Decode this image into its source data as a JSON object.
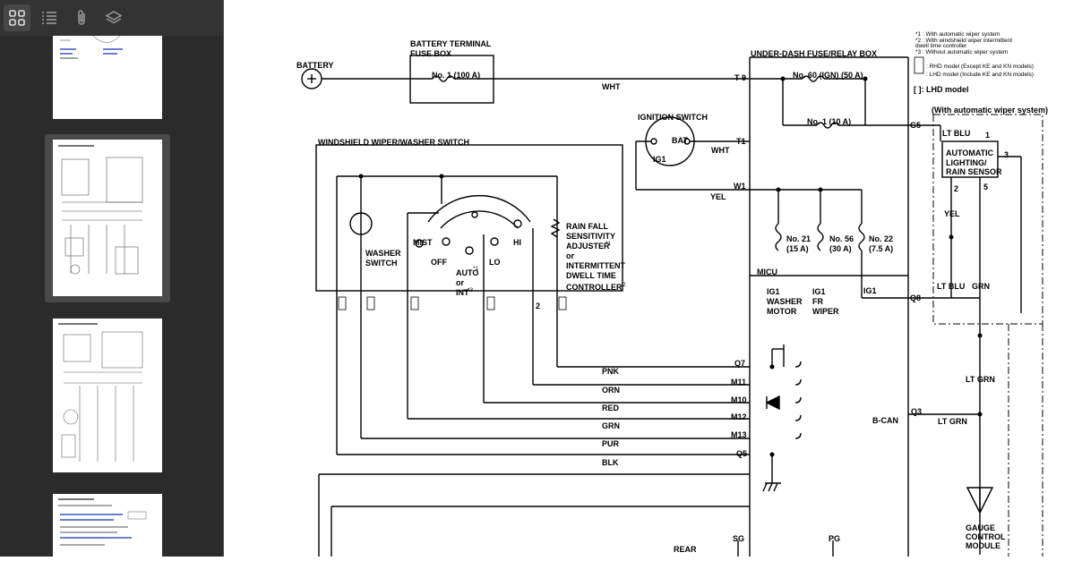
{
  "sidebar": {
    "toolbar": [
      {
        "icon": "thumbnails-icon",
        "active": true
      },
      {
        "icon": "outline-icon",
        "active": false
      },
      {
        "icon": "attachment-icon",
        "active": false
      },
      {
        "icon": "layers-icon",
        "active": false
      }
    ],
    "selected_page": 2
  },
  "diagram": {
    "battery": "BATTERY",
    "battery_fuse_box": "BATTERY TERMINAL FUSE BOX",
    "battery_fuse_box_l1": "BATTERY TERMINAL",
    "battery_fuse_box_l2": "FUSE BOX",
    "fuse_no1_100a": "No. 1 (100 A)",
    "wht": "WHT",
    "underdash_box": "UNDER-DASH FUSE/RELAY BOX",
    "fuse_no60": "No. 60 (IGN) (50 A)",
    "fuse_no1_10a": "No. 1 (10 A)",
    "ignition_switch": "IGNITION SWITCH",
    "bat": "BAT",
    "ig1": "IG1",
    "yel": "YEL",
    "t9": "T 9",
    "t1": "T1",
    "w1": "W1",
    "g5": "G5",
    "q8": "Q8",
    "q7": "Q7",
    "q3": "Q3",
    "q5": "Q5",
    "m11": "M11",
    "m10": "M10",
    "m12": "M12",
    "m13": "M13",
    "wiper_switch": "WINDSHIELD WIPER/WASHER SWITCH",
    "washer_switch_l1": "WASHER",
    "washer_switch_l2": "SWITCH",
    "mist": "MIST",
    "off": "OFF",
    "auto": "AUTO",
    "or": "or",
    "int": "INT",
    "lo": "LO",
    "hi": "HI",
    "rain_l1": "RAIN FALL",
    "rain_l2": "SENSITIVITY",
    "rain_l3": "ADJUSTER",
    "rain_l4": "or",
    "rain_l5": "INTERMITTENT",
    "rain_l6": "DWELL TIME",
    "rain_l7": "CONTROLLER",
    "fuse21": "No. 21",
    "fuse21_a": "(15 A)",
    "fuse56": "No. 56",
    "fuse56_a": "(30 A)",
    "fuse22": "No. 22",
    "fuse22_a": "(7.5 A)",
    "micu": "MICU",
    "ig1_washer_motor_l1": "IG1",
    "ig1_washer_motor_l2": "WASHER",
    "ig1_washer_motor_l3": "MOTOR",
    "ig1_fr_wiper_l1": "IG1",
    "ig1_fr_wiper_l2": "FR",
    "ig1_fr_wiper_l3": "WIPER",
    "pnk": "PNK",
    "orn": "ORN",
    "red": "RED",
    "grn": "GRN",
    "pur": "PUR",
    "blk": "BLK",
    "bcan": "B-CAN",
    "lt_blu": "LT BLU",
    "lt_grn": "LT GRN",
    "auto_sensor_l1": "AUTOMATIC",
    "auto_sensor_l2": "LIGHTING/",
    "auto_sensor_l3": "RAIN SENSOR",
    "with_auto_wiper": "(With automatic wiper system)",
    "note1": "*1 : With automatic wiper system",
    "note2a": "*2 : With windshield wiper intermittent",
    "note2b": "dwell time controller",
    "note3": "*3 : Without automatic wiper system",
    "note_rhd": ": RHD model (Except KE and KN models)",
    "note_lhd": ": LHD model (Include KE and KN models)",
    "lhd_model": "[ ]: LHD model",
    "gauge_l1": "GAUGE",
    "gauge_l2": "CONTROL",
    "gauge_l3": "MODULE",
    "sg": "SG",
    "pg": "PG",
    "rear_window": "REAR",
    "pin1": "1",
    "pin2": "2",
    "pin3": "3",
    "pin5": "5",
    "star1": "*1",
    "star2": "2",
    "star3": "*3",
    "pin_two": "2"
  }
}
